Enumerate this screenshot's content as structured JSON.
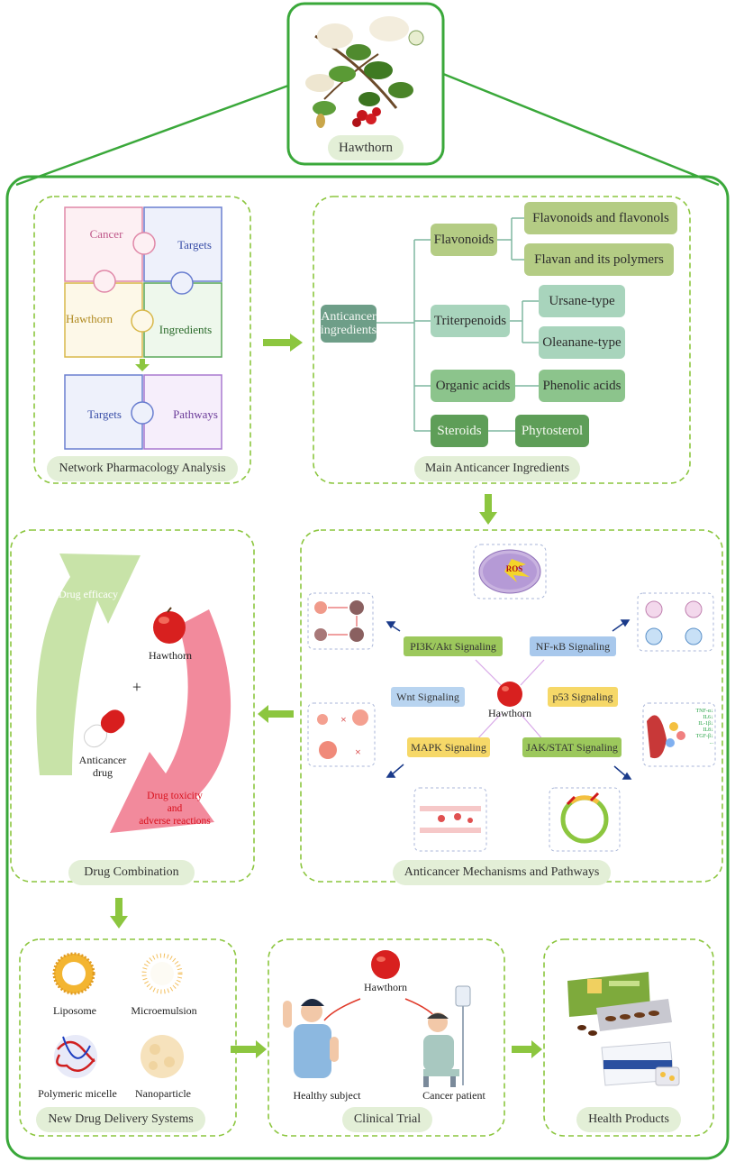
{
  "top": {
    "title": "Hawthorn"
  },
  "network": {
    "title": "Network Pharmacology Analysis",
    "pieces": [
      "Cancer",
      "Targets",
      "Hawthorn",
      "Ingredients",
      "Targets",
      "Pathways"
    ]
  },
  "ingredients": {
    "title": "Main Anticancer Ingredients",
    "root": "Anticancer\ningredients",
    "flavonoids": "Flavonoids",
    "flavonoids_a": "Flavonoids and flavonols",
    "flavonoids_b": "Flavan and its polymers",
    "triterpenoids": "Triterpenoids",
    "tri_a": "Ursane-type",
    "tri_b": "Oleanane-type",
    "organic": "Organic acids",
    "organic_a": "Phenolic acids",
    "steroids": "Steroids",
    "steroids_a": "Phytosterol"
  },
  "combination": {
    "title": "Drug Combination",
    "efficacy": "Drug efficacy",
    "hawthorn": "Hawthorn",
    "plus": "+",
    "drug": "Anticancer\ndrug",
    "toxicity": "Drug toxicity\nand\nadverse reactions"
  },
  "mechanisms": {
    "title": "Anticancer Mechanisms and Pathways",
    "center": "Hawthorn",
    "ros": "ROS",
    "pi3k": "PI3K/Akt Signaling",
    "nfkb": "NF-κB Signaling",
    "wnt": "Wnt Signaling",
    "p53": "p53 Signaling",
    "mapk": "MAPK Signaling",
    "jak": "JAK/STAT Signaling",
    "cytokines": [
      "TNF-α↓",
      "IL6↓",
      "IL-1β↓",
      "IL8↓",
      "TGF-β↓",
      "..."
    ]
  },
  "delivery": {
    "title": "New Drug Delivery Systems",
    "liposome": "Liposome",
    "microemulsion": "Microemulsion",
    "micelle": "Polymeric micelle",
    "nanoparticle": "Nanoparticle"
  },
  "trial": {
    "title": "Clinical Trial",
    "hawthorn": "Hawthorn",
    "healthy": "Healthy subject",
    "cancer": "Cancer patient"
  },
  "health": {
    "title": "Health Products"
  },
  "colors": {
    "frame": "#3aa83a",
    "dash": "#8cc63f",
    "arrow": "#8cc63f",
    "pill": "#e3efd7",
    "red": "#e02020",
    "pink": "#f28a9c",
    "efficacy": "#c8e3a8"
  }
}
